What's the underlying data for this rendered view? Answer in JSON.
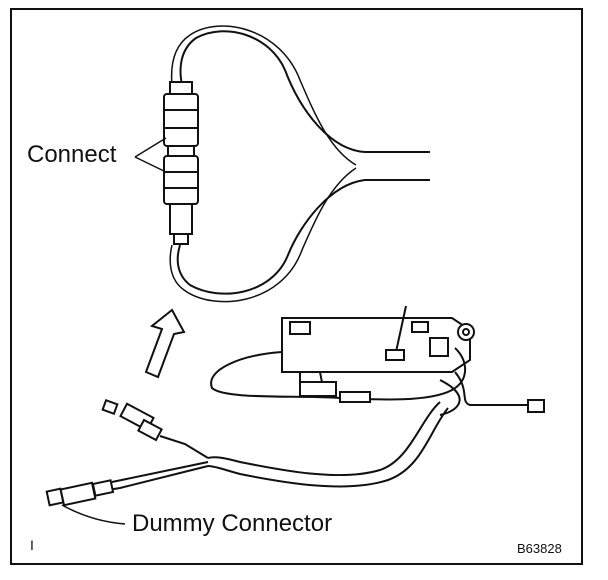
{
  "labels": {
    "connect": "Connect",
    "dummy_connector": "Dummy Connector",
    "figure_code": "B63828",
    "corner_mark": "I"
  }
}
